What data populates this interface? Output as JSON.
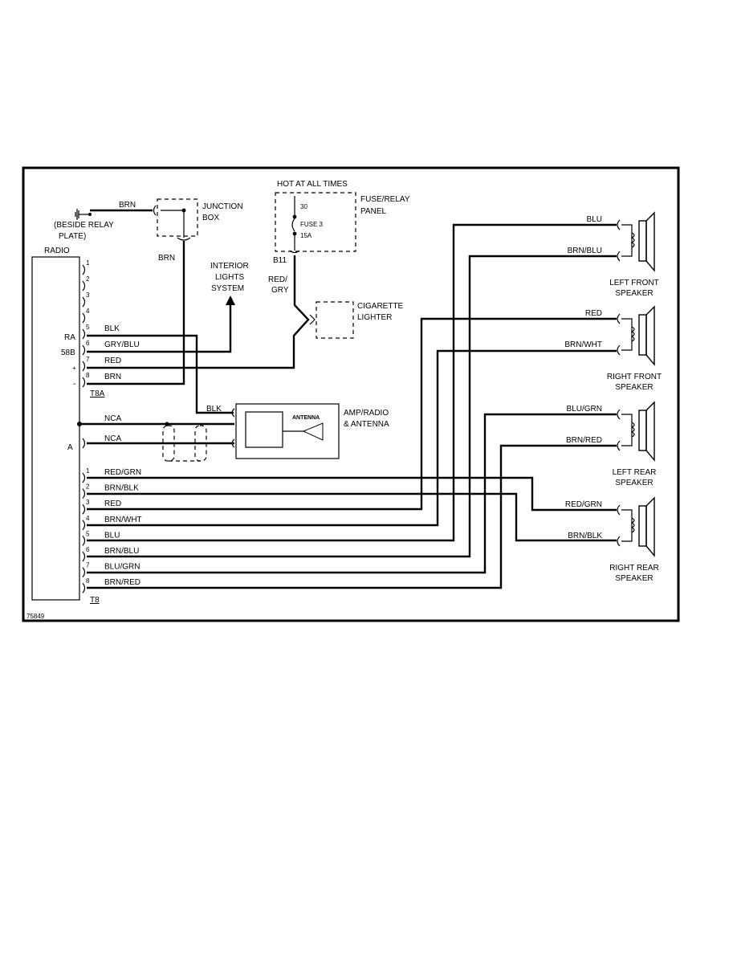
{
  "ground_note": "(BESIDE RELAY PLATE)",
  "ground_note_lines": [
    "(BESIDE RELAY",
    "PLATE)"
  ],
  "junction_box": {
    "lines": [
      "JUNCTION",
      "BOX"
    ]
  },
  "hot_label": "HOT AT ALL TIMES",
  "fuse_panel": {
    "lines": [
      "FUSE/RELAY",
      "PANEL"
    ],
    "terminal": "30",
    "fuse": "FUSE 3",
    "rating": "15A",
    "connector": "B11"
  },
  "interior_lights": {
    "lines": [
      "INTERIOR",
      "LIGHTS",
      "SYSTEM"
    ]
  },
  "cigarette_lighter": {
    "lines": [
      "CIGARETTE",
      "LIGHTER"
    ]
  },
  "radio": {
    "label": "RADIO",
    "connector_t8a": "T8A",
    "connector_t8": "T8",
    "pin_labels": {
      "ra": "RA",
      "p58b": "58B",
      "plus": "+",
      "minus": "-",
      "a": "A"
    }
  },
  "wires": {
    "gnd_brn": "BRN",
    "jbox_brn": "BRN",
    "red_gry": [
      "RED/",
      "GRY"
    ],
    "antenna_blk": "BLK"
  },
  "t8a_pins": [
    {
      "num": "1",
      "wire": ""
    },
    {
      "num": "2",
      "wire": ""
    },
    {
      "num": "3",
      "wire": ""
    },
    {
      "num": "4",
      "wire": ""
    },
    {
      "num": "5",
      "wire": "BLK"
    },
    {
      "num": "6",
      "wire": "GRY/BLU"
    },
    {
      "num": "7",
      "wire": "RED"
    },
    {
      "num": "8",
      "wire": "BRN"
    }
  ],
  "nca_wires": [
    "NCA",
    "NCA"
  ],
  "amp": {
    "lines": [
      "AMP/RADIO",
      "& ANTENNA"
    ],
    "antenna": "ANTENNA"
  },
  "t8_pins": [
    {
      "num": "1",
      "wire": "RED/GRN"
    },
    {
      "num": "2",
      "wire": "BRN/BLK"
    },
    {
      "num": "3",
      "wire": "RED"
    },
    {
      "num": "4",
      "wire": "BRN/WHT"
    },
    {
      "num": "5",
      "wire": "BLU"
    },
    {
      "num": "6",
      "wire": "BRN/BLU"
    },
    {
      "num": "7",
      "wire": "BLU/GRN"
    },
    {
      "num": "8",
      "wire": "BRN/RED"
    }
  ],
  "speakers": [
    {
      "lines": [
        "LEFT FRONT",
        "SPEAKER"
      ],
      "wire_pos": "BLU",
      "wire_neg": "BRN/BLU"
    },
    {
      "lines": [
        "RIGHT FRONT",
        "SPEAKER"
      ],
      "wire_pos": "RED",
      "wire_neg": "BRN/WHT"
    },
    {
      "lines": [
        "LEFT REAR",
        "SPEAKER"
      ],
      "wire_pos": "BLU/GRN",
      "wire_neg": "BRN/RED"
    },
    {
      "lines": [
        "RIGHT REAR",
        "SPEAKER"
      ],
      "wire_pos": "RED/GRN",
      "wire_neg": "BRN/BLK"
    }
  ],
  "figure_id": "75849"
}
